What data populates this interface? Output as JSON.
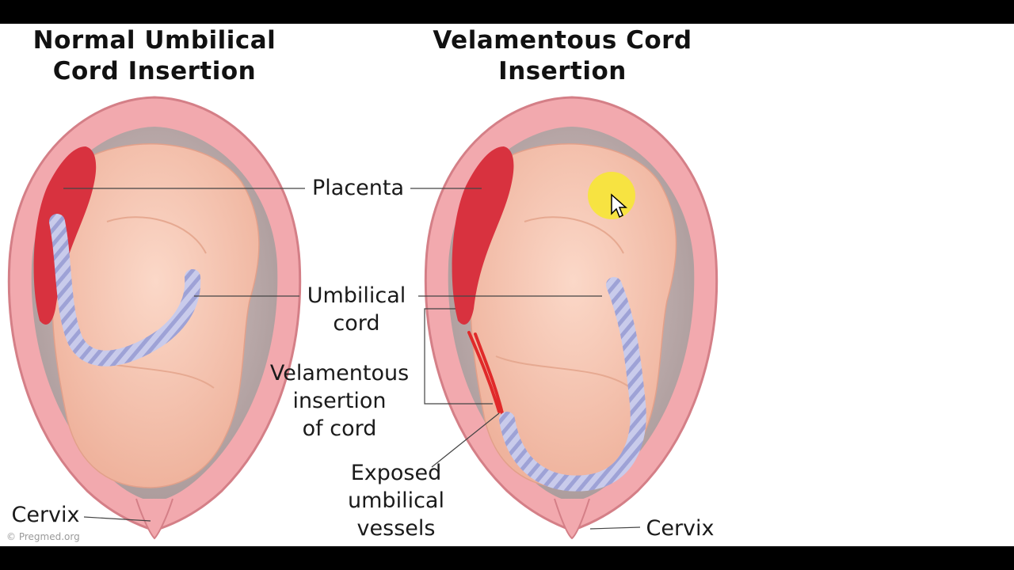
{
  "figure": {
    "left_title": "Normal Umbilical\nCord Insertion",
    "right_title": "Velamentous Cord\nInsertion",
    "labels": {
      "placenta": "Placenta",
      "umbilical_cord": "Umbilical\ncord",
      "velamentous_insertion": "Velamentous\ninsertion\nof cord",
      "exposed_vessels": "Exposed\numbilical\nvessels",
      "cervix_left": "Cervix",
      "cervix_right": "Cervix"
    },
    "watermark": "© Pregmed.org",
    "colors": {
      "uterus_wall": "#f2a9ae",
      "fetus_skin": "#f6c7b6",
      "placenta": "#d8323f",
      "cord": "#b6b8e0",
      "exposed_vessels": "#e02a2a",
      "cursor_highlight": "#f7e53b"
    }
  }
}
